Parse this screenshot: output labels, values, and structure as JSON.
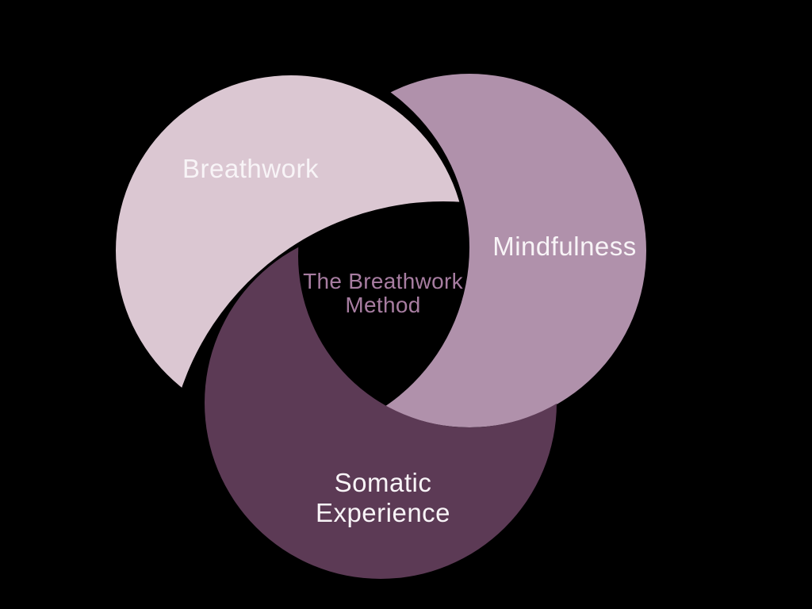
{
  "background_color": "#000000",
  "venn": {
    "label_color": "#F8F4F7",
    "center": {
      "line1": "The Breathwork",
      "line2": "Method",
      "color": "#A77DA1"
    },
    "circles": {
      "breathwork": {
        "label": "Breathwork",
        "color": "#DBC7D2"
      },
      "mindfulness": {
        "label": "Mindfulness",
        "color": "#B091AB"
      },
      "somatic": {
        "line1": "Somatic",
        "line2": "Experience",
        "color": "#5C3A55"
      }
    }
  }
}
